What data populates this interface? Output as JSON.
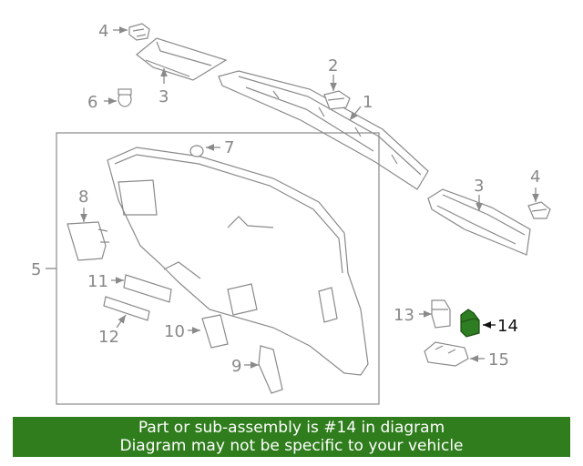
{
  "diagram": {
    "labels": {
      "p1": "1",
      "p2": "2",
      "p3a": "3",
      "p3b": "3",
      "p4a": "4",
      "p4b": "4",
      "p5": "5",
      "p6": "6",
      "p7": "7",
      "p8": "8",
      "p9": "9",
      "p10": "10",
      "p11": "11",
      "p12": "12",
      "p13": "13",
      "p14": "14",
      "p15": "15"
    },
    "highlighted_part": "14",
    "highlight_color": "#2e7d22",
    "line_color": "#8a8a8a"
  },
  "banner": {
    "line1": "Part or sub-assembly is #14 in diagram",
    "line2": "Diagram may not be specific to your vehicle",
    "background": "#2f7d1c"
  }
}
